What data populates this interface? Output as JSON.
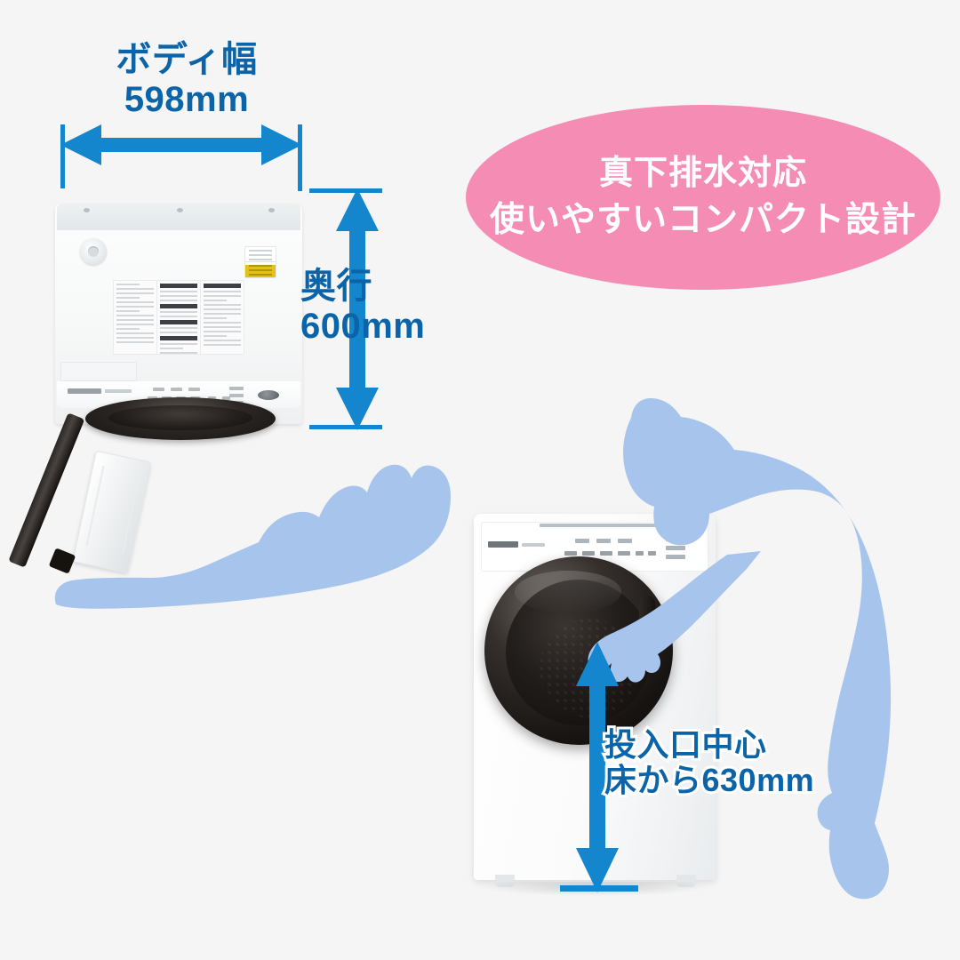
{
  "background_color": "#f5f5f5",
  "accent_blue": "#1386ce",
  "text_blue": "#0b63a8",
  "pink": "#f58cb4",
  "silhouette_blue": "#a7c4ec",
  "callout": {
    "line1": "真下排水対応",
    "line2": "使いやすいコンパクト設計"
  },
  "dimensions": {
    "width": {
      "label": "ボディ幅",
      "value": "598mm"
    },
    "depth": {
      "label": "奥行",
      "value": "600mm"
    },
    "opening_height": {
      "label": "投入口中心",
      "value": "床から630mm"
    }
  }
}
